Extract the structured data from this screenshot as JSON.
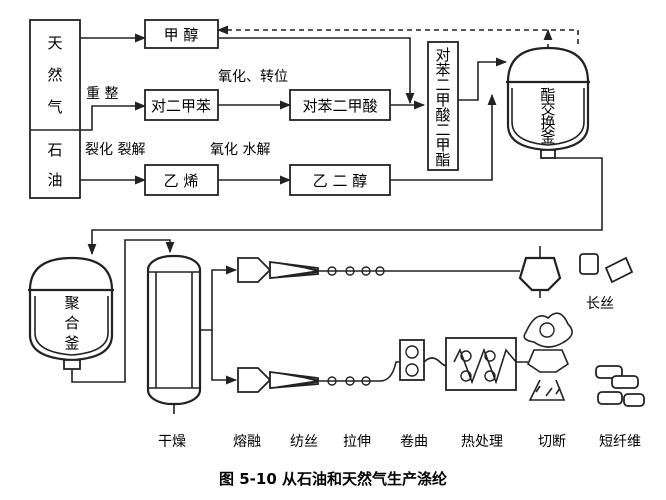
{
  "raw_materials": {
    "natural_gas": [
      "天",
      "然",
      "气"
    ],
    "petroleum": [
      "石",
      "油"
    ]
  },
  "intermediates": {
    "methanol": "甲  醇",
    "p_xylene": "对二甲苯",
    "terephthalic_acid": "对苯二甲酸",
    "ethylene": "乙  烯",
    "ethylene_glycol": "乙 二 醇",
    "dmt": [
      "对",
      "苯",
      "二",
      "甲",
      "酸",
      "二",
      "甲",
      "酯"
    ]
  },
  "process_labels": {
    "reforming": "重 整",
    "oxidation_isomerization": "氧化、转位",
    "cracking": "裂化 裂解",
    "oxidation_hydrolysis": "氧化  水解"
  },
  "vessels": {
    "esterification": [
      "酯",
      "交",
      "换",
      "釜"
    ],
    "polymerization": [
      "聚",
      "合",
      "釜"
    ]
  },
  "products": {
    "filament": "长丝",
    "staple": "短纤维"
  },
  "steps": [
    "干燥",
    "熔融",
    "纺丝",
    "拉伸",
    "卷曲",
    "热处理",
    "切断",
    "短纤维"
  ],
  "caption": "图 5-10  从石油和天然气生产涤纶"
}
